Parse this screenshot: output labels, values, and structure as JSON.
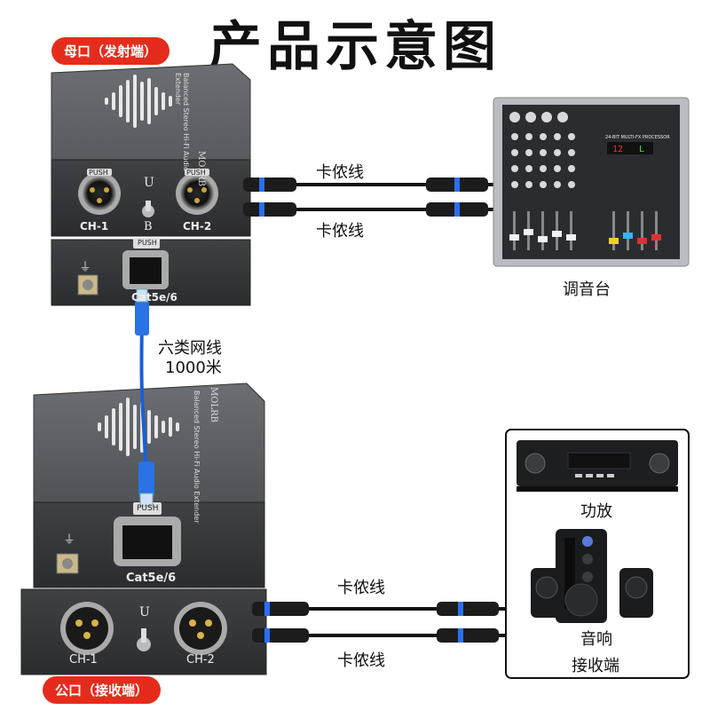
{
  "title": "产品示意图",
  "top_unit": {
    "badge": "母口（发射端）",
    "brand": "MOLRB",
    "model_line": "Balanced Stereo Hi-Fi Audio Extender",
    "port_left": "CH-1",
    "port_right": "CH-2",
    "switch_top": "U",
    "switch_bottom": "B",
    "rj45_label": "Cat5e/6",
    "push": "PUSH"
  },
  "bottom_unit": {
    "badge": "公口（接收端）",
    "brand": "MOLRB",
    "model_line": "Balanced Stereo Hi-Fi Audio Extender",
    "port_left": "CH-1",
    "port_right": "CH-2",
    "switch_top": "U",
    "rj45_label": "Cat5e/6",
    "push": "PUSH"
  },
  "network_cable": {
    "line1": "六类网线",
    "line2": "1000米"
  },
  "cables": {
    "top_1": "卡侬线",
    "top_2": "卡侬线",
    "bottom_1": "卡侬线",
    "bottom_2": "卡侬线"
  },
  "devices": {
    "mixer_label": "调音台",
    "mixer_text": "24-BIT MULTI-FX PROCESSOR",
    "amp_label": "功放",
    "speaker_label": "音响",
    "receiver_label": "接收端"
  },
  "colors": {
    "accent_red": "#e52c1c",
    "device_gray": "#5a5c60",
    "cable_blue": "#1a5fd6"
  }
}
